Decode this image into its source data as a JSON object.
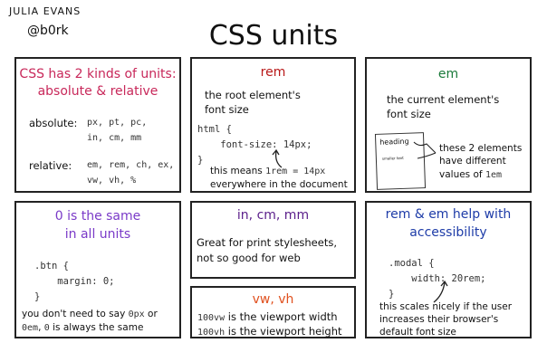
{
  "author": {
    "name": "Julia Evans",
    "handle": "@b0rk"
  },
  "title": "CSS units",
  "colors": {
    "pink": "#c8285a",
    "red": "#b81818",
    "green": "#1a7a3a",
    "purple": "#7a3ac8",
    "orange": "#e0501e",
    "blue": "#1e3ca8",
    "darkpurple": "#5a1e8a"
  },
  "panels": {
    "kinds": {
      "heading1": "CSS has 2 kinds of units:",
      "heading2": "absolute & relative",
      "abs_label": "absolute:",
      "abs_1": "px, pt, pc,",
      "abs_2": "in, cm, mm",
      "rel_label": "relative:",
      "rel_1": "em, rem, ch, ex,",
      "rel_2": "vw, vh, %"
    },
    "rem": {
      "heading": "rem",
      "desc1": "the root element's",
      "desc2": "font size",
      "code1": "html {",
      "code2": "    font-size: 14px;",
      "code3": "}",
      "note1a": "this means ",
      "note1b": "1rem = 14px",
      "note2": "everywhere in the document"
    },
    "em": {
      "heading": "em",
      "desc1": "the current element's",
      "desc2": "font size",
      "doc_heading": "heading",
      "doc_small": "smaller text",
      "note1": "these 2 elements",
      "note2": "have different",
      "note3a": "values of ",
      "note3b": "1em"
    },
    "zero": {
      "heading1": "0 is the same",
      "heading2": "in all units",
      "code1": ".btn {",
      "code2": "    margin: 0;",
      "code3": "}",
      "note1a": "you don't need to say ",
      "note1b": "0px",
      "note1c": " or",
      "note2a": "0em",
      "note2b": ", ",
      "note2c": "0",
      "note2d": " is always the same"
    },
    "print": {
      "heading": "in, cm, mm",
      "desc1": "Great for print stylesheets,",
      "desc2": "not so good for web"
    },
    "viewport": {
      "heading": "vw, vh",
      "l1a": "100vw",
      "l1b": " is the viewport width",
      "l2a": "100vh",
      "l2b": " is the viewport height"
    },
    "a11y": {
      "heading1": "rem & em help with",
      "heading2": "accessibility",
      "code1": ".modal {",
      "code2": "    width: 20rem;",
      "code3": "}",
      "note1": "this scales nicely if the user",
      "note2": "increases their browser's",
      "note3": "default font size"
    }
  }
}
